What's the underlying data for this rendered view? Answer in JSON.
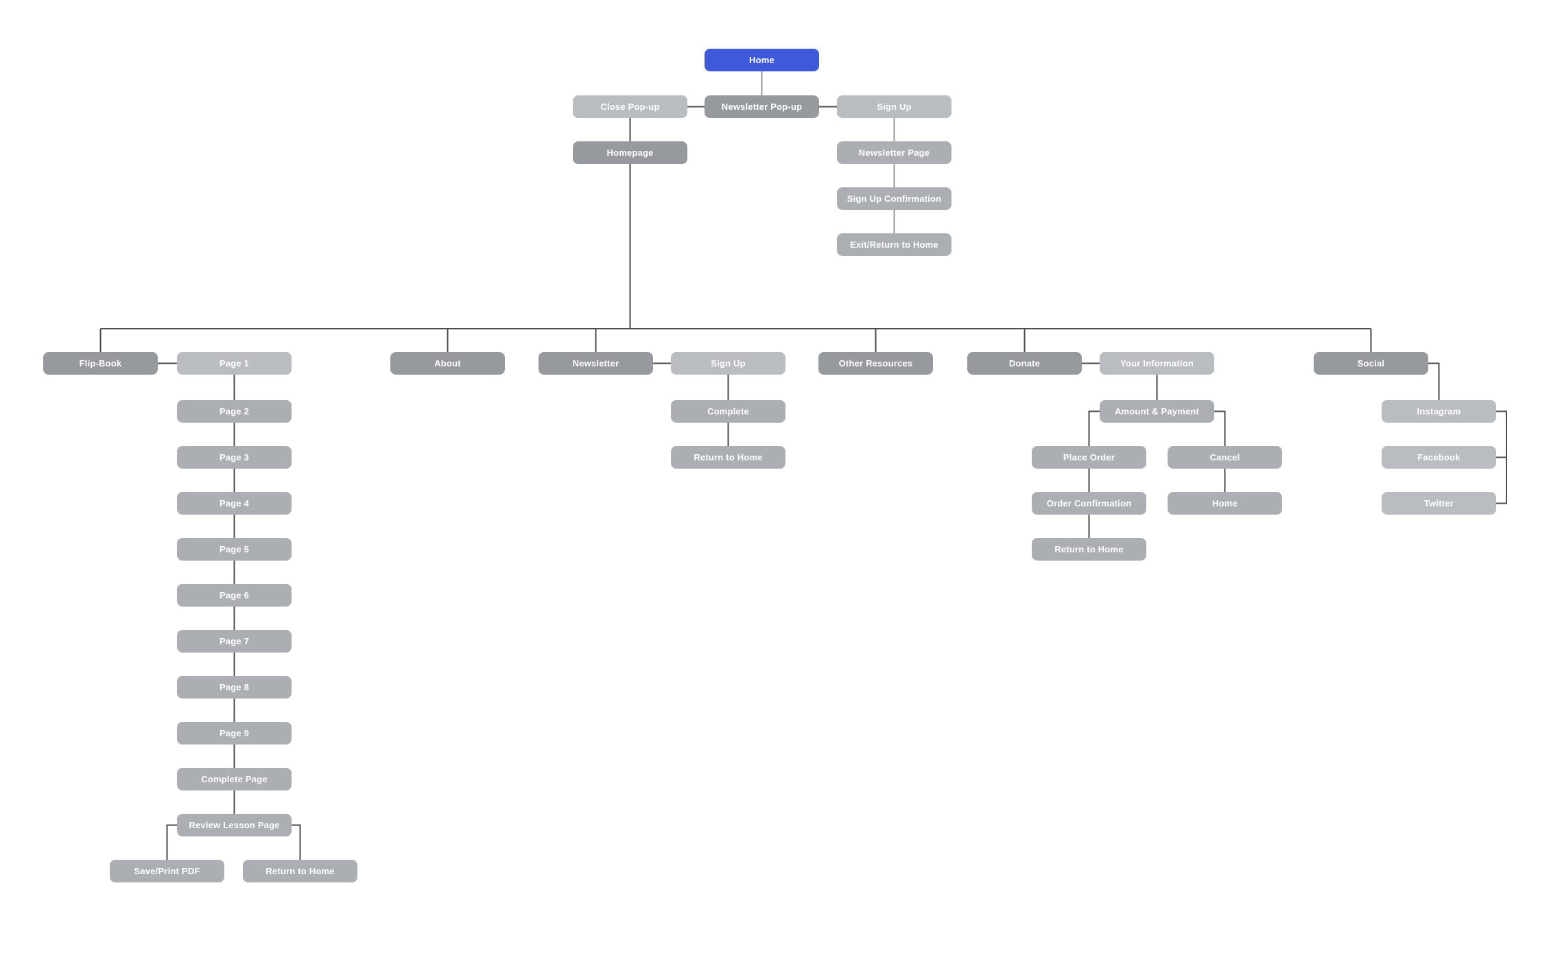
{
  "colors": {
    "home_blue": "#3e59d9",
    "dark_gray": "#96999e",
    "light_gray": "#b9bcc0",
    "medium_gray": "#abaeb2",
    "line_dark": "#4a4a4a",
    "line_light": "#94979b",
    "node_text": "#ffffff",
    "background": "#ffffff"
  },
  "nodes": {
    "home": "Home",
    "close_popup": "Close Pop-up",
    "newsletter_popup": "Newsletter Pop-up",
    "signup_top": "Sign Up",
    "homepage": "Homepage",
    "newsletter_page": "Newsletter Page",
    "signup_confirmation": "Sign Up Confirmation",
    "exit_return_home": "Exit/Return to Home",
    "flip_book": "Flip-Book",
    "page1": "Page 1",
    "page2": "Page 2",
    "page3": "Page 3",
    "page4": "Page 4",
    "page5": "Page 5",
    "page6": "Page 6",
    "page7": "Page 7",
    "page8": "Page 8",
    "page9": "Page 9",
    "complete_page": "Complete Page",
    "review_lesson_page": "Review Lesson Page",
    "save_print_pdf": "Save/Print PDF",
    "return_home_flipbook": "Return to Home",
    "about": "About",
    "newsletter": "Newsletter",
    "signup_newsletter": "Sign Up",
    "complete": "Complete",
    "return_home_newsletter": "Return to Home",
    "other_resources": "Other Resources",
    "donate": "Donate",
    "your_information": "Your Information",
    "amount_payment": "Amount & Payment",
    "place_order": "Place Order",
    "cancel": "Cancel",
    "order_confirmation": "Order Confirmation",
    "home_donate": "Home",
    "return_home_donate": "Return to Home",
    "social": "Social",
    "instagram": "Instagram",
    "facebook": "Facebook",
    "twitter": "Twitter"
  }
}
